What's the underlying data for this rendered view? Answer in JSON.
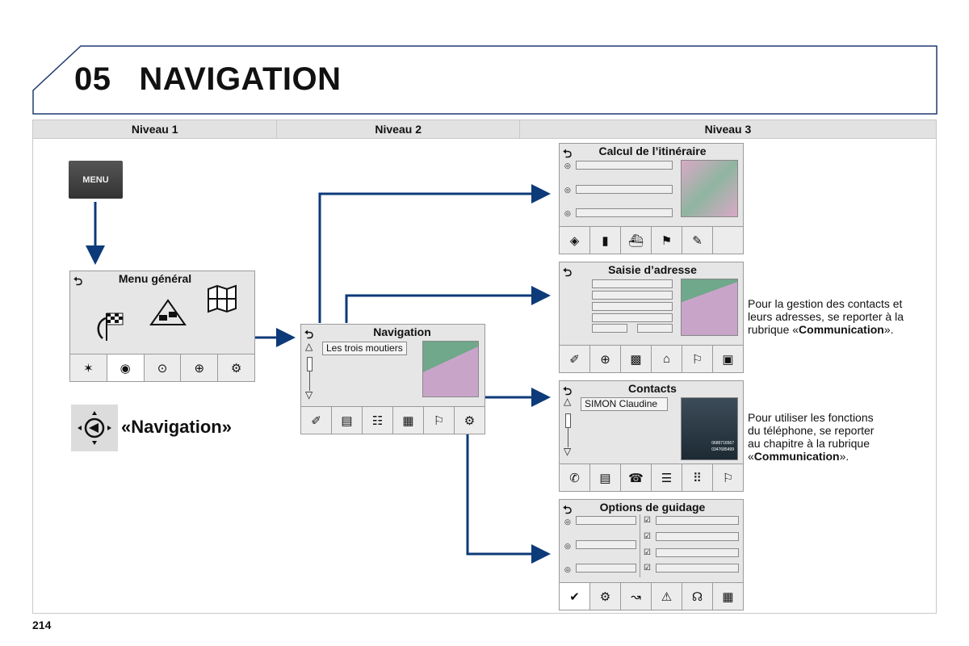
{
  "header": {
    "chapter_number": "05",
    "title": "NAVIGATION"
  },
  "columns": [
    "Niveau 1",
    "Niveau 2",
    "Niveau 3"
  ],
  "menu_button": {
    "label": "MENU"
  },
  "menu_general": {
    "title": "Menu général"
  },
  "navigation_caption": "«Navigation»",
  "navigation_screen": {
    "title": "Navigation",
    "destination": "Les trois moutiers"
  },
  "calcul_screen": {
    "title": "Calcul de l’itinéraire"
  },
  "saisie_screen": {
    "title": "Saisie d’adresse"
  },
  "contacts_screen": {
    "title": "Contacts",
    "contact": "SIMON Claudine"
  },
  "options_screen": {
    "title": "Options de guidage"
  },
  "note_contacts": {
    "line1": "Pour la gestion des contacts et",
    "line2": "leurs adresses, se reporter à la",
    "line3_pre": "rubrique «",
    "line3_bold": "Communication",
    "line3_post": "»."
  },
  "note_phone": {
    "line1": "Pour utiliser les fonctions",
    "line2": "du téléphone, se reporter",
    "line3": "au chapitre à la rubrique",
    "line4_pre": "«",
    "line4_bold": "Communication",
    "line4_post": "»."
  },
  "card_text": {
    "line1": "0689716567",
    "line2": "0347685499"
  },
  "page_number": "214",
  "colors": {
    "arrow": "#0d3a78",
    "header_border": "#1f3c6e",
    "screen_bg": "#e6e6e6",
    "map_green": "#6fa88a",
    "map_purple": "#c9a4c9"
  }
}
